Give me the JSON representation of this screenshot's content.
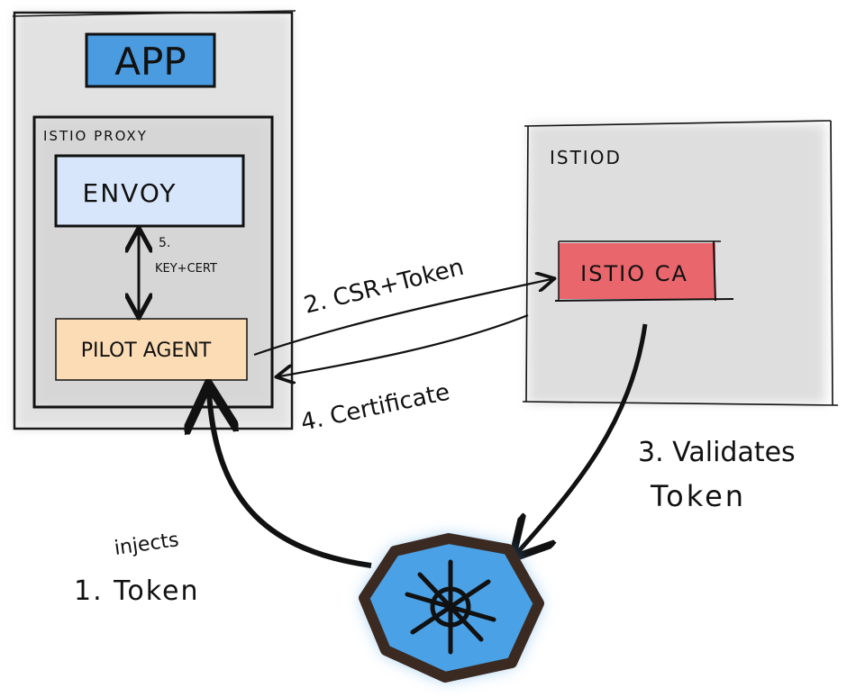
{
  "app": {
    "label": "APP"
  },
  "proxy": {
    "title": "ISTIO PROXY",
    "envoy_label": "ENVOY",
    "pilot_agent_label": "PILOT AGENT"
  },
  "istiod": {
    "title": "ISTIOD",
    "ca_label": "ISTIO CA"
  },
  "flows": {
    "step1_line1": "injects",
    "step1_line2": "1. Token",
    "step2": "2. CSR+Token",
    "step3_line1": "3. Validates",
    "step3_line2": "Token",
    "step4": "4. Certificate",
    "step5_line1": "5.",
    "step5_line2": "KEY+CERT"
  },
  "kubernetes": {
    "icon": "kubernetes-helm-icon"
  },
  "colors": {
    "app_fill": "#4a9be0",
    "envoy_fill": "#d7e6fb",
    "pilot_fill": "#fbdcb5",
    "ca_fill": "#e8666c",
    "panel_gray": "#dedede",
    "k8s_blue": "#4aa1e6",
    "k8s_border": "#3b2a22"
  }
}
